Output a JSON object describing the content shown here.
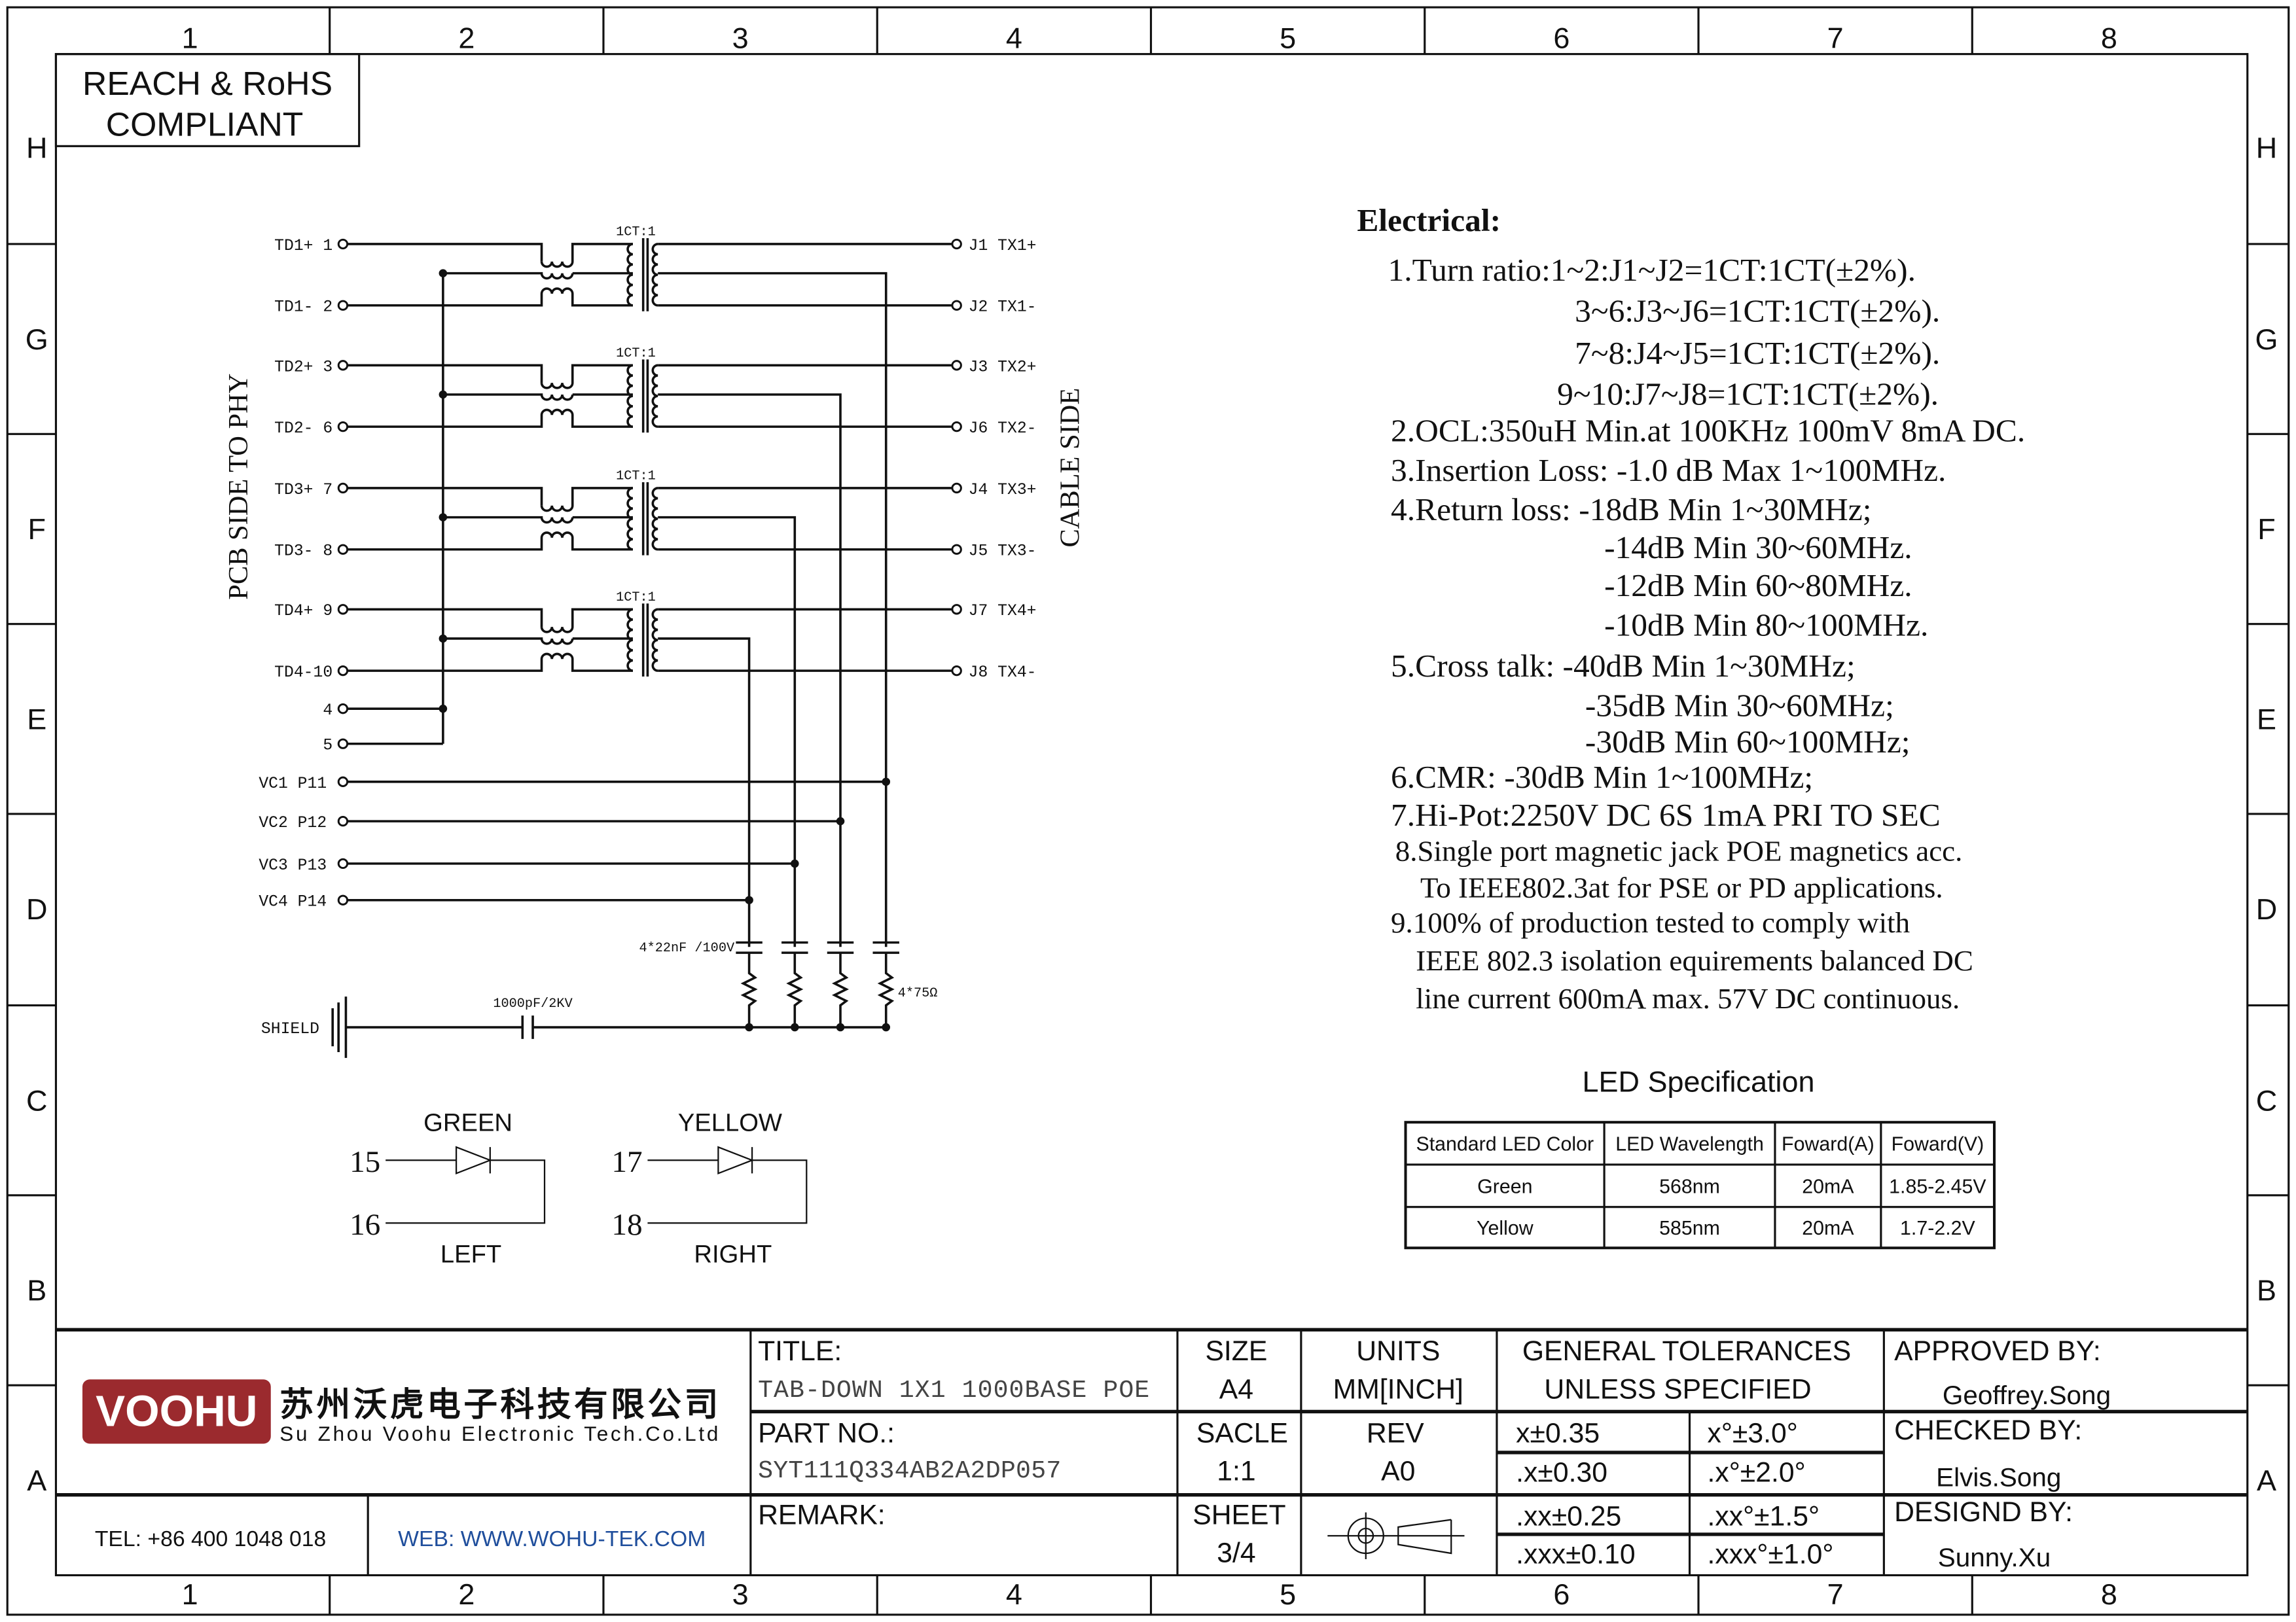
{
  "frame": {
    "columns": [
      "1",
      "2",
      "3",
      "4",
      "5",
      "6",
      "7",
      "8"
    ],
    "rows": [
      "H",
      "G",
      "F",
      "E",
      "D",
      "C",
      "B",
      "A"
    ]
  },
  "compliance": {
    "line1": "REACH & RoHS",
    "line2": "COMPLIANT"
  },
  "schematic": {
    "left_side_label": "PCB SIDE TO PHY",
    "right_side_label": "CABLE SIDE",
    "transformer_label": "1CT:1",
    "transformers": [
      {
        "top": "TD1+ 1",
        "bottom": "TD1- 2",
        "top_out": "J1 TX1+",
        "bottom_out": "J2 TX1-"
      },
      {
        "top": "TD2+ 3",
        "bottom": "TD2- 6",
        "top_out": "J3 TX2+",
        "bottom_out": "J6 TX2-"
      },
      {
        "top": "TD3+ 7",
        "bottom": "TD3- 8",
        "top_out": "J4 TX3+",
        "bottom_out": "J5 TX3-"
      },
      {
        "top": "TD4+ 9",
        "bottom": "TD4-10",
        "top_out": "J7 TX4+",
        "bottom_out": "J8 TX4-"
      }
    ],
    "extra_pins": [
      "4",
      "5"
    ],
    "vc_pins": [
      "VC1 P11",
      "VC2 P12",
      "VC3 P13",
      "VC4 P14"
    ],
    "cap_label": "4*22nF /100V",
    "res_label": "4*75Ω",
    "shield_label": "SHIELD",
    "shield_cap_label": "1000pF/2KV",
    "leds": [
      {
        "color": "GREEN",
        "pin_a": "15",
        "pin_k": "16",
        "position": "LEFT"
      },
      {
        "color": "YELLOW",
        "pin_a": "17",
        "pin_k": "18",
        "position": "RIGHT"
      }
    ]
  },
  "electrical": {
    "heading": "Electrical:",
    "lines": [
      "1.Turn ratio:1~2:J1~J2=1CT:1CT(±2%).",
      "3~6:J3~J6=1CT:1CT(±2%).",
      "7~8:J4~J5=1CT:1CT(±2%).",
      "9~10:J7~J8=1CT:1CT(±2%).",
      "2.OCL:350uH Min.at 100KHz 100mV 8mA DC.",
      "3.Insertion Loss: -1.0 dB Max 1~100MHz.",
      "4.Return loss: -18dB Min 1~30MHz;",
      "-14dB Min 30~60MHz.",
      "-12dB Min 60~80MHz.",
      "-10dB Min 80~100MHz.",
      "5.Cross talk: -40dB Min 1~30MHz;",
      "-35dB Min 30~60MHz;",
      "-30dB Min 60~100MHz;",
      "6.CMR: -30dB Min 1~100MHz;",
      "7.Hi-Pot:2250V DC 6S 1mA PRI TO SEC",
      "8.Single port magnetic jack POE magnetics acc.",
      "To IEEE802.3at for  PSE or  PD   applications.",
      "9.100% of production tested to comply with",
      "IEEE 802.3 isolation equirements balanced DC",
      "line current 600mA max. 57V DC continuous."
    ]
  },
  "led_spec": {
    "title": "LED Specification",
    "headers": [
      "Standard LED Color",
      "LED Wavelength",
      "Foward(A)",
      "Foward(V)"
    ],
    "rows": [
      [
        "Green",
        "568nm",
        "20mA",
        "1.85-2.45V"
      ],
      [
        "Yellow",
        "585nm",
        "20mA",
        "1.7-2.2V"
      ]
    ]
  },
  "title_block": {
    "logo_text": "VOOHU",
    "logo_color": "#9b2a2e",
    "company_cn": "苏州沃虎电子科技有限公司",
    "company_en": "Su Zhou Voohu Electronic Tech.Co.Ltd",
    "tel": "TEL: +86 400 1048 018",
    "web": "WEB: WWW.WOHU-TEK.COM",
    "web_color": "#1f4e9c",
    "title_label": "TITLE:",
    "title_value": "TAB-DOWN  1X1  1000BASE  POE",
    "part_label": "PART NO.:",
    "part_value": "SYT111Q334AB2A2DP057",
    "remark_label": "REMARK:",
    "size_label": "SIZE",
    "size_value": "A4",
    "scale_label": "SACLE",
    "scale_value": "1:1",
    "sheet_label": "SHEET",
    "sheet_value": "3/4",
    "units_label": "UNITS",
    "units_value": "MM[INCH]",
    "rev_label": "REV",
    "rev_value": "A0",
    "tol_label1": "GENERAL TOLERANCES",
    "tol_label2": "UNLESS SPECIFIED",
    "tolerances": [
      [
        "x±0.35",
        "x°±3.0°"
      ],
      [
        ".x±0.30",
        ".x°±2.0°"
      ],
      [
        ".xx±0.25",
        ".xx°±1.5°"
      ],
      [
        ".xxx±0.10",
        ".xxx°±1.0°"
      ]
    ],
    "approved_label": "APPROVED BY:",
    "approved_value": "Geoffrey.Song",
    "checked_label": "CHECKED BY:",
    "checked_value": "Elvis.Song",
    "designed_label": "DESIGND BY:",
    "designed_value": "Sunny.Xu"
  }
}
